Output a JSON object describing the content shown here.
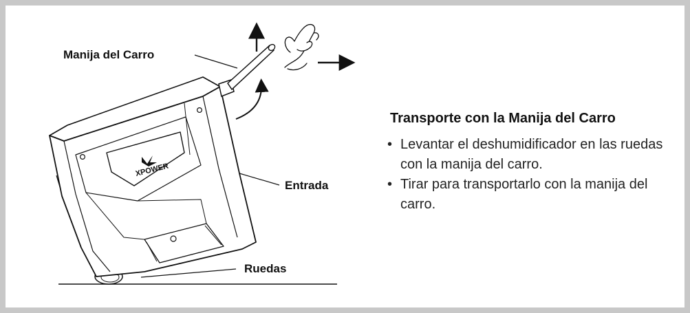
{
  "labels": {
    "handle": "Manija del Carro",
    "inlet": "Entrada",
    "wheels": "Ruedas",
    "brand": "XPOWER"
  },
  "instructions": {
    "title": "Transporte con la Manija del Carro",
    "bullet": "•",
    "steps": [
      "Levantar el deshumidificador en las ruedas con la manija del carro.",
      "Tirar para transportarlo con la manija del carro."
    ]
  },
  "colors": {
    "frame": "#c8c8c8",
    "line": "#111111",
    "text": "#111111"
  },
  "icons": [
    "up-arrow-icon",
    "right-arrow-icon",
    "curved-arrow-icon",
    "hand-icon"
  ]
}
